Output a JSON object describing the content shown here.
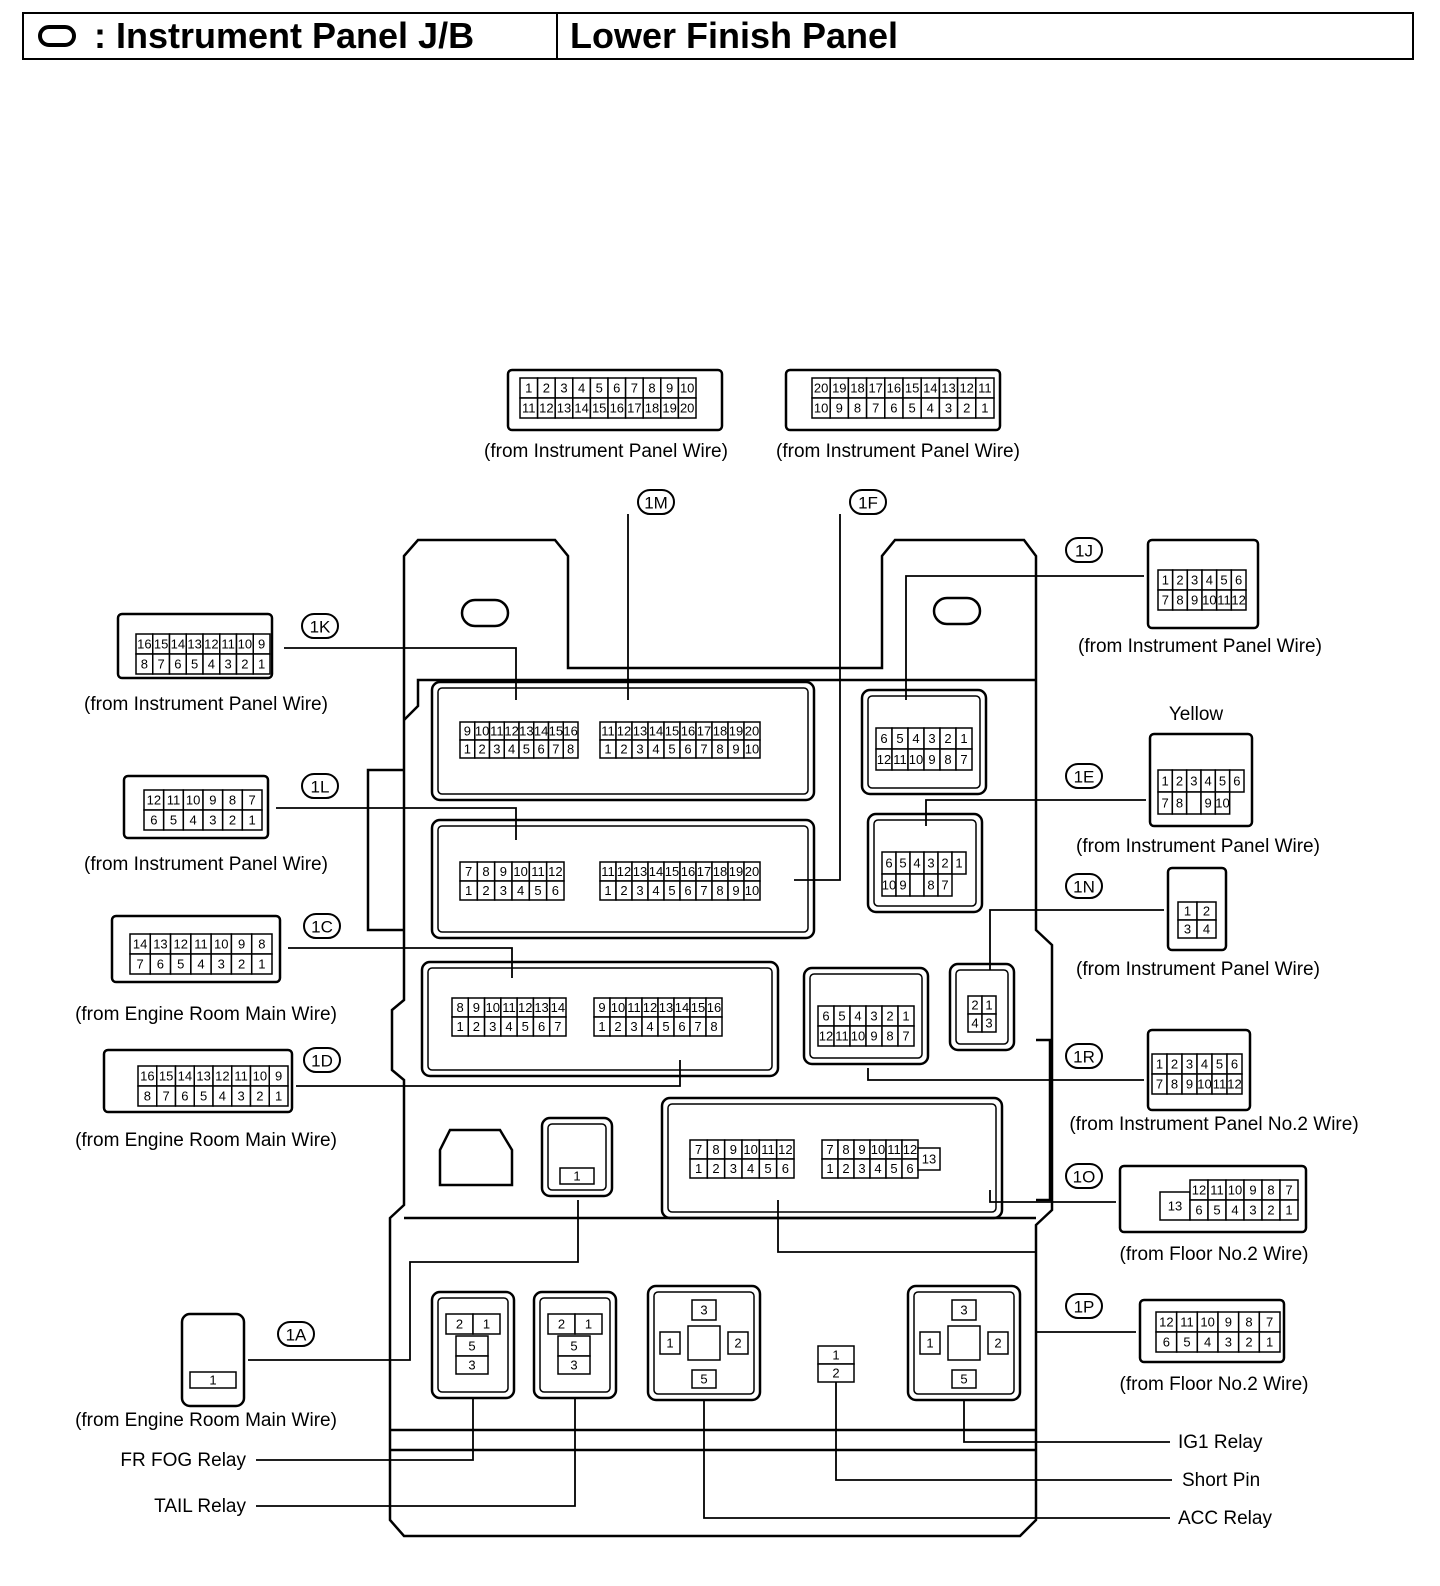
{
  "header": {
    "legend_label": ": Instrument Panel J/B",
    "location": "Lower Finish Panel"
  },
  "icons": {
    "legend": "rounded-rectangle-icon"
  },
  "connectors": [
    {
      "id": "1M",
      "from": "(from Instrument Panel Wire)",
      "pins_top": [
        "1",
        "2",
        "3",
        "4",
        "5",
        "6",
        "7",
        "8",
        "9",
        "10"
      ],
      "pins_bottom": [
        "11",
        "12",
        "13",
        "14",
        "15",
        "16",
        "17",
        "18",
        "19",
        "20"
      ]
    },
    {
      "id": "1F",
      "from": "(from Instrument Panel Wire)",
      "pins_top": [
        "20",
        "19",
        "18",
        "17",
        "16",
        "15",
        "14",
        "13",
        "12",
        "11"
      ],
      "pins_bottom": [
        "10",
        "9",
        "8",
        "7",
        "6",
        "5",
        "4",
        "3",
        "2",
        "1"
      ]
    },
    {
      "id": "1K",
      "from": "(from Instrument Panel Wire)",
      "pins_top": [
        "16",
        "15",
        "14",
        "13",
        "12",
        "11",
        "10",
        "9"
      ],
      "pins_bottom": [
        "8",
        "7",
        "6",
        "5",
        "4",
        "3",
        "2",
        "1"
      ]
    },
    {
      "id": "1L",
      "from": "(from Instrument Panel Wire)",
      "pins_top": [
        "12",
        "11",
        "10",
        "9",
        "8",
        "7"
      ],
      "pins_bottom": [
        "6",
        "5",
        "4",
        "3",
        "2",
        "1"
      ]
    },
    {
      "id": "1C",
      "from": "(from Engine Room Main Wire)",
      "pins_top": [
        "14",
        "13",
        "12",
        "11",
        "10",
        "9",
        "8"
      ],
      "pins_bottom": [
        "7",
        "6",
        "5",
        "4",
        "3",
        "2",
        "1"
      ]
    },
    {
      "id": "1D",
      "from": "(from Engine Room Main Wire)",
      "pins_top": [
        "16",
        "15",
        "14",
        "13",
        "12",
        "11",
        "10",
        "9"
      ],
      "pins_bottom": [
        "8",
        "7",
        "6",
        "5",
        "4",
        "3",
        "2",
        "1"
      ]
    },
    {
      "id": "1A",
      "from": "(from Engine Room Main Wire)",
      "pins_top": [
        "1"
      ],
      "pins_bottom": []
    },
    {
      "id": "1J",
      "from": "(from Instrument Panel Wire)",
      "pins_top": [
        "1",
        "2",
        "3",
        "4",
        "5",
        "6"
      ],
      "pins_bottom": [
        "7",
        "8",
        "9",
        "10",
        "11",
        "12"
      ]
    },
    {
      "id": "1E",
      "from": "(from Instrument Panel Wire)",
      "color": "Yellow",
      "pins_top": [
        "1",
        "2",
        "3",
        "4",
        "5",
        "6"
      ],
      "pins_bottom": [
        "7",
        "8",
        "",
        "9",
        "10"
      ]
    },
    {
      "id": "1N",
      "from": "(from Instrument Panel Wire)",
      "pins_top": [
        "1",
        "2"
      ],
      "pins_bottom": [
        "3",
        "4"
      ]
    },
    {
      "id": "1R",
      "from": "(from Instrument Panel No.2 Wire)",
      "pins_top": [
        "1",
        "2",
        "3",
        "4",
        "5",
        "6"
      ],
      "pins_bottom": [
        "7",
        "8",
        "9",
        "10",
        "11",
        "12"
      ]
    },
    {
      "id": "1O",
      "from": "(from Floor No.2 Wire)",
      "pins_top": [
        "12",
        "11",
        "10",
        "9",
        "8",
        "7"
      ],
      "pins_bottom": [
        "6",
        "5",
        "4",
        "3",
        "2",
        "1"
      ],
      "extra": "13"
    },
    {
      "id": "1P",
      "from": "(from Floor No.2 Wire)",
      "pins_top": [
        "12",
        "11",
        "10",
        "9",
        "8",
        "7"
      ],
      "pins_bottom": [
        "6",
        "5",
        "4",
        "3",
        "2",
        "1"
      ]
    }
  ],
  "jb_sockets": {
    "m": {
      "top": [
        "9",
        "10",
        "11",
        "12",
        "13",
        "14",
        "15",
        "16",
        "11",
        "12",
        "13",
        "14",
        "15",
        "16",
        "17",
        "18",
        "19",
        "20"
      ],
      "bottom": [
        "1",
        "2",
        "3",
        "4",
        "5",
        "6",
        "7",
        "8",
        "1",
        "2",
        "3",
        "4",
        "5",
        "6",
        "7",
        "8",
        "9",
        "10"
      ]
    },
    "l": {
      "top": [
        "7",
        "8",
        "9",
        "10",
        "11",
        "12",
        "11",
        "12",
        "13",
        "14",
        "15",
        "16",
        "17",
        "18",
        "19",
        "20"
      ],
      "bottom": [
        "1",
        "2",
        "3",
        "4",
        "5",
        "6",
        "1",
        "2",
        "3",
        "4",
        "5",
        "6",
        "7",
        "8",
        "9",
        "10"
      ]
    },
    "c": {
      "top": [
        "8",
        "9",
        "10",
        "11",
        "12",
        "13",
        "14",
        "9",
        "10",
        "11",
        "12",
        "13",
        "14",
        "15",
        "16"
      ],
      "bottom": [
        "1",
        "2",
        "3",
        "4",
        "5",
        "6",
        "7",
        "1",
        "2",
        "3",
        "4",
        "5",
        "6",
        "7",
        "8"
      ]
    },
    "o": {
      "top": [
        "7",
        "8",
        "9",
        "10",
        "11",
        "12",
        "7",
        "8",
        "9",
        "10",
        "11",
        "12"
      ],
      "bottom": [
        "1",
        "2",
        "3",
        "4",
        "5",
        "6",
        "1",
        "2",
        "3",
        "4",
        "5",
        "6"
      ],
      "extra": "13"
    },
    "j": {
      "top": [
        "6",
        "5",
        "4",
        "3",
        "2",
        "1"
      ],
      "bottom": [
        "12",
        "11",
        "10",
        "9",
        "8",
        "7"
      ]
    },
    "e": {
      "top": [
        "6",
        "5",
        "4",
        "3",
        "2",
        "1"
      ],
      "bottom": [
        "10",
        "9",
        "",
        "8",
        "7"
      ]
    },
    "r": {
      "top": [
        "6",
        "5",
        "4",
        "3",
        "2",
        "1"
      ],
      "bottom": [
        "12",
        "11",
        "10",
        "9",
        "8",
        "7"
      ]
    },
    "n": {
      "top": [
        "2",
        "1"
      ],
      "bottom": [
        "4",
        "3"
      ]
    },
    "a": {
      "pin": "1"
    }
  },
  "relays": [
    {
      "name": "FR FOG Relay",
      "pins": [
        "2",
        "1",
        "5",
        "3"
      ]
    },
    {
      "name": "TAIL Relay",
      "pins": [
        "2",
        "1",
        "5",
        "3"
      ]
    },
    {
      "name": "ACC Relay",
      "pins": [
        "3",
        "1",
        "2",
        "5"
      ]
    },
    {
      "name": "Short Pin",
      "pins": [
        "1",
        "2"
      ]
    },
    {
      "name": "IG1 Relay",
      "pins": [
        "3",
        "1",
        "2",
        "5"
      ]
    }
  ]
}
